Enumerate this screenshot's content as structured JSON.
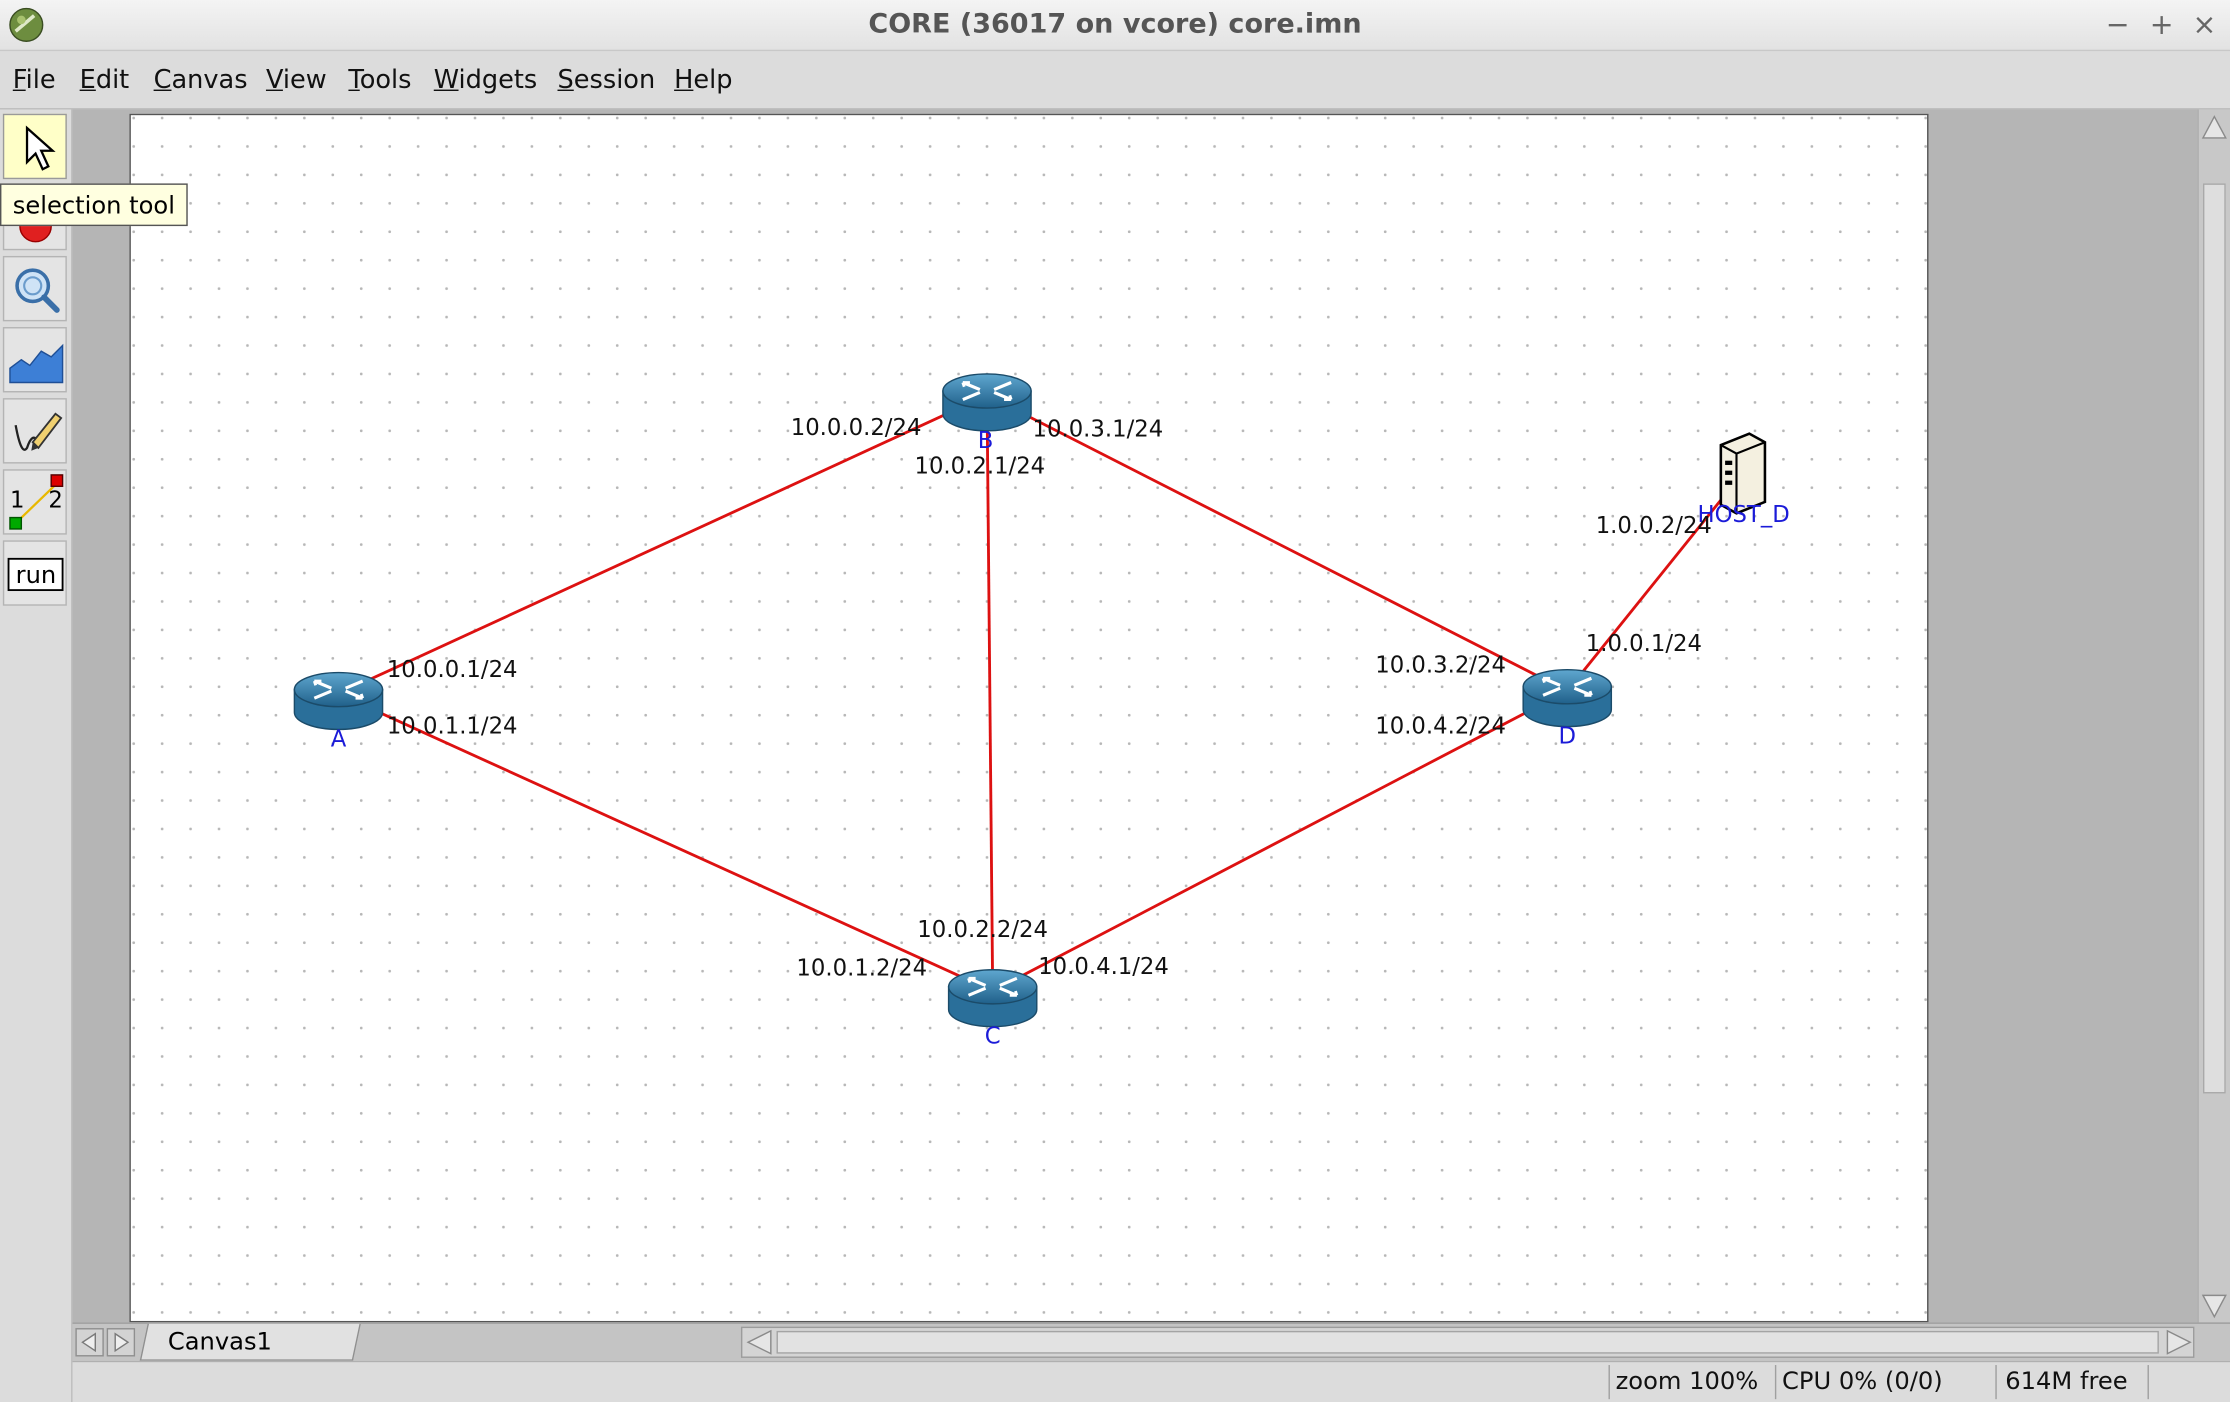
{
  "window": {
    "title": "CORE (36017 on vcore) core.imn",
    "buttons": {
      "minimize": "−",
      "maximize": "+",
      "close": "×"
    }
  },
  "menubar": {
    "items": [
      {
        "label": "File",
        "mnemonic": "F",
        "rest": "ile"
      },
      {
        "label": "Edit",
        "mnemonic": "E",
        "rest": "dit"
      },
      {
        "label": "Canvas",
        "mnemonic": "C",
        "rest": "anvas"
      },
      {
        "label": "View",
        "mnemonic": "V",
        "rest": "iew"
      },
      {
        "label": "Tools",
        "mnemonic": "T",
        "rest": "ools"
      },
      {
        "label": "Widgets",
        "mnemonic": "W",
        "rest": "idgets"
      },
      {
        "label": "Session",
        "mnemonic": "S",
        "rest": "ession"
      },
      {
        "label": "Help",
        "mnemonic": "H",
        "rest": "elp"
      }
    ]
  },
  "toolbar": {
    "tools": [
      "selection-tool",
      "start-session-tool",
      "observer-tool",
      "plot-tool",
      "marker-tool",
      "two-node-tool",
      "run-tool"
    ],
    "run_label": "run",
    "two_node_labels": [
      "1",
      "2"
    ],
    "tooltip": "selection tool"
  },
  "network": {
    "link_color": "#dd1111",
    "node_label_color": "#1b1bd8",
    "nodes": [
      {
        "id": "A",
        "label": "A",
        "type": "router"
      },
      {
        "id": "B",
        "label": "B",
        "type": "router"
      },
      {
        "id": "C",
        "label": "C",
        "type": "router"
      },
      {
        "id": "D",
        "label": "D",
        "type": "router"
      },
      {
        "id": "HOST_D",
        "label": "HOST_D",
        "type": "host"
      }
    ],
    "links": [
      {
        "from": "A",
        "to": "B",
        "if_from": "10.0.0.1/24",
        "if_to": "10.0.0.2/24"
      },
      {
        "from": "A",
        "to": "C",
        "if_from": "10.0.1.1/24",
        "if_to": "10.0.1.2/24"
      },
      {
        "from": "B",
        "to": "C",
        "if_from": "10.0.2.1/24",
        "if_to": "10.0.2.2/24"
      },
      {
        "from": "B",
        "to": "D",
        "if_from": "10.0.3.1/24",
        "if_to": "10.0.3.2/24"
      },
      {
        "from": "C",
        "to": "D",
        "if_from": "10.0.4.1/24",
        "if_to": "10.0.4.2/24"
      },
      {
        "from": "D",
        "to": "HOST_D",
        "if_from": "1.0.0.1/24",
        "if_to": "1.0.0.2/24"
      }
    ]
  },
  "tabs": {
    "canvas_tab": "Canvas1"
  },
  "status": {
    "zoom": "zoom 100%",
    "cpu": "CPU 0% (0/0)",
    "memory": "614M free"
  }
}
